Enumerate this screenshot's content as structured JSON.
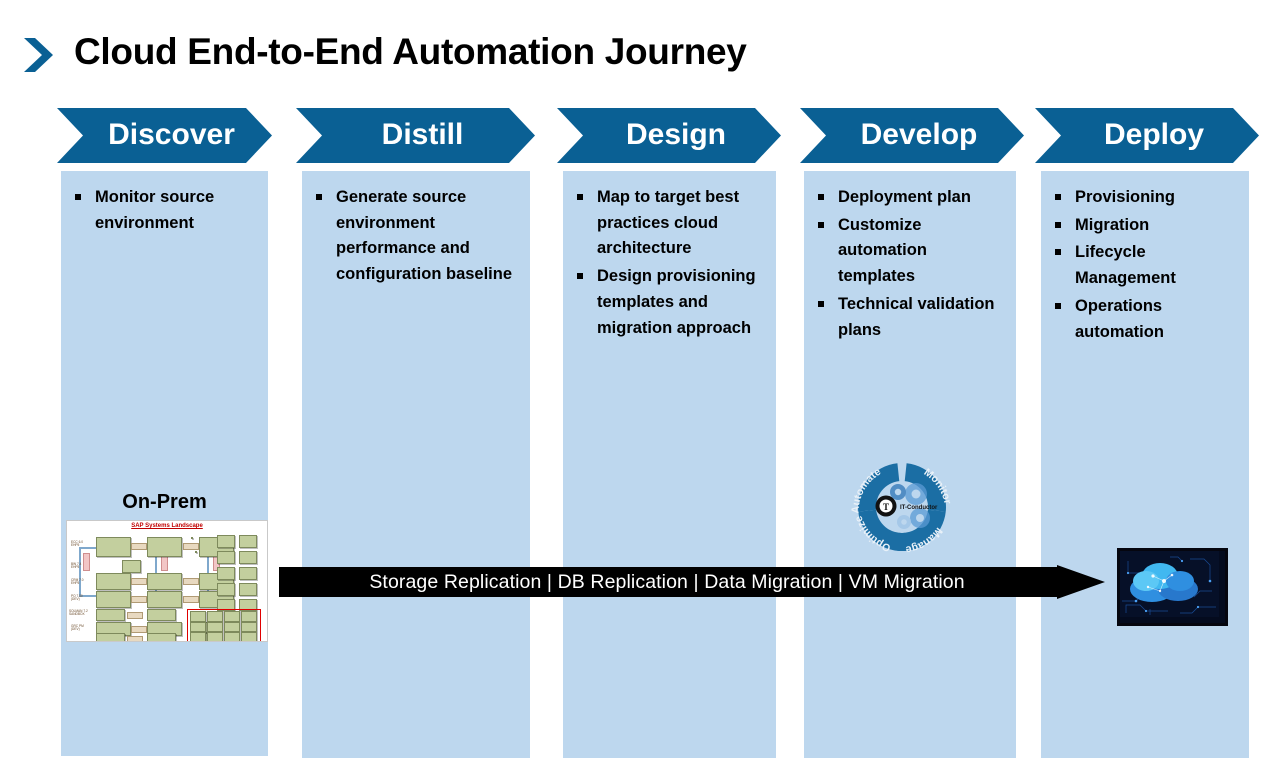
{
  "title": {
    "text": "Cloud End-to-End Automation Journey",
    "chevron_icon": "chevron-right-icon",
    "accent_color": "#0a6094"
  },
  "theme": {
    "header_blue": "#0a6094",
    "panel_blue": "#bdd7ee",
    "arrow_black": "#000000",
    "text_black": "#000000"
  },
  "stages": [
    {
      "name": "Discover",
      "bullets": [
        "Monitor source environment"
      ]
    },
    {
      "name": "Distill",
      "bullets": [
        "Generate source environment performance and configuration baseline"
      ]
    },
    {
      "name": "Design",
      "bullets": [
        "Map to target best practices cloud architecture",
        "Design provisioning templates and migration approach"
      ]
    },
    {
      "name": "Develop",
      "bullets": [
        "Deployment plan",
        "Customize automation templates",
        "Technical validation plans"
      ]
    },
    {
      "name": "Deploy",
      "bullets": [
        "Provisioning",
        "Migration",
        "Lifecycle Management",
        "Operations automation"
      ]
    }
  ],
  "onprem": {
    "caption": "On-Prem",
    "image_title": "SAP Systems Landscape",
    "image_alt": "sap-systems-landscape-diagram"
  },
  "automation_wheel": {
    "segments": [
      "Automate",
      "Monitor",
      "Manage",
      "Optimize"
    ],
    "center_logo": "IT-Conductor",
    "icon": "gear-icon"
  },
  "migration_arrow": {
    "label": "Storage Replication | DB Replication | Data Migration | VM Migration",
    "icon": "arrow-right-icon"
  },
  "cloud": {
    "alt": "cloud-computing-image",
    "icon": "cloud-icon"
  }
}
